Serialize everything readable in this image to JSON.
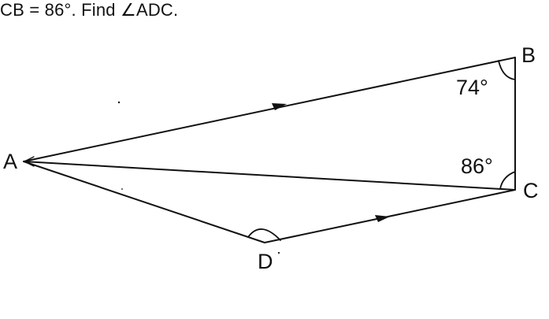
{
  "prompt": {
    "text": "CB = 86°. Find ∠ADC."
  },
  "diagram": {
    "points": {
      "A": "A",
      "B": "B",
      "C": "C",
      "D": "D"
    },
    "angles": {
      "angle_b": "74°",
      "angle_c": "86°"
    },
    "markers": {
      "parallel_arrow": "parallel-arrow-icon"
    },
    "colors": {
      "ink": "#111111",
      "paper": "#ffffff"
    }
  }
}
